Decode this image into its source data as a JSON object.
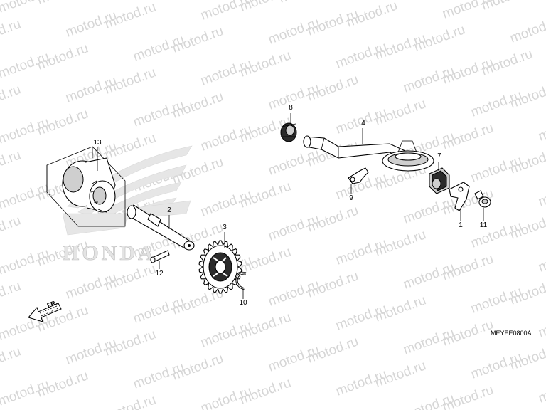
{
  "watermark": {
    "text": "motod.ru",
    "color": "#d6d6d6"
  },
  "logo": {
    "text": "HONDA"
  },
  "direction": {
    "label": "FR."
  },
  "diagram_code": "MEYEE0800A",
  "callouts": {
    "part_1": "1",
    "part_2": "2",
    "part_3": "3",
    "part_4": "4",
    "part_7": "7",
    "part_8": "8",
    "part_9": "9",
    "part_10": "10",
    "part_11": "11",
    "part_12": "12",
    "part_13": "13"
  }
}
